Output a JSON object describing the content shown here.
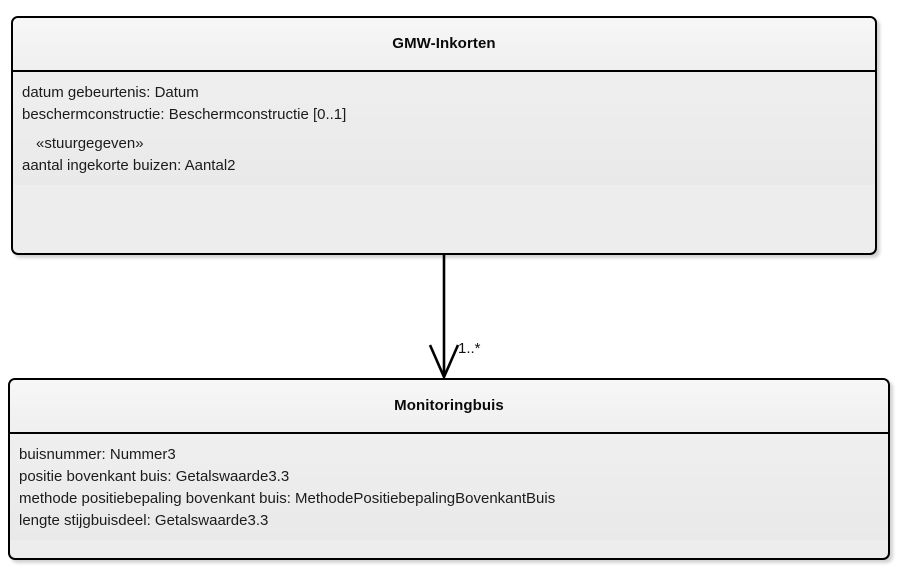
{
  "diagram": {
    "type": "uml-class-diagram",
    "background_color": "#ffffff",
    "classes": [
      {
        "id": "gmw-inkorten",
        "name": "GMW-Inkorten",
        "attributes": [
          {
            "text": "datum gebeurtenis: Datum",
            "stereotype": false
          },
          {
            "text": "beschermconstructie: Beschermconstructie [0..1]",
            "stereotype": false
          },
          {
            "text": "«stuurgegeven»",
            "stereotype": true
          },
          {
            "text": "aantal ingekorte buizen: Aantal2",
            "stereotype": false
          }
        ]
      },
      {
        "id": "monitoringbuis",
        "name": "Monitoringbuis",
        "attributes": [
          {
            "text": "buisnummer: Nummer3",
            "stereotype": false
          },
          {
            "text": "positie bovenkant buis: Getalswaarde3.3",
            "stereotype": false
          },
          {
            "text": "methode positiebepaling bovenkant buis: MethodePositiebepalingBovenkantBuis",
            "stereotype": false
          },
          {
            "text": "lengte stijgbuisdeel: Getalswaarde3.3",
            "stereotype": false
          }
        ]
      }
    ],
    "connector": {
      "kind": "composition-association",
      "arrow_style": "open-v-arrowhead",
      "source": "GMW-Inkorten",
      "target": "Monitoringbuis",
      "target_multiplicity": "1..*",
      "line_color": "#000000"
    }
  }
}
